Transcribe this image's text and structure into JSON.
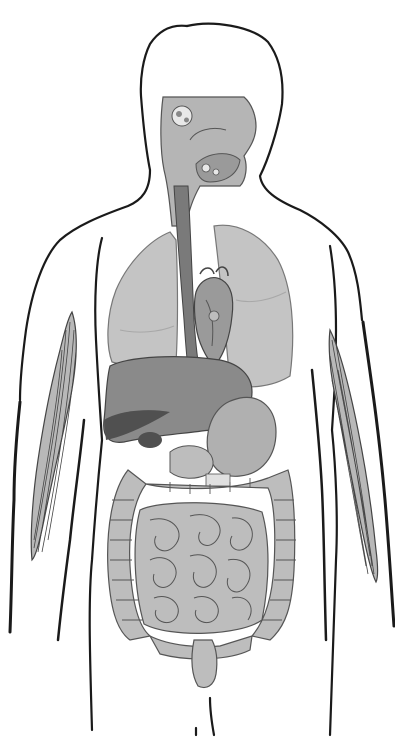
{
  "figure": {
    "kind": "grayscale anatomical illustration",
    "colors": {
      "background": "#ffffff",
      "outline": "#1a1a1a",
      "lung": "#c4c4c4",
      "lung_shadow": "#a8a8a8",
      "liver": "#8a8a8a",
      "liver_dark": "#505050",
      "esophagus": "#7a7a7a",
      "heart": "#9a9a9a",
      "stomach": "#b0b0b0",
      "intestine": "#bdbdbd",
      "intestine_line": "#555555",
      "muscle": "#b8b8b8",
      "muscle_line": "#444444",
      "head_organ": "#b5b5b5"
    },
    "parts": [
      {
        "id": "body-outline",
        "icon": "human-silhouette"
      },
      {
        "id": "mouth-and-throat",
        "icon": "head-cross-section"
      },
      {
        "id": "esophagus",
        "icon": "tube"
      },
      {
        "id": "lungs",
        "icon": "lung-pair"
      },
      {
        "id": "heart",
        "icon": "heart"
      },
      {
        "id": "liver",
        "icon": "liver"
      },
      {
        "id": "stomach",
        "icon": "stomach"
      },
      {
        "id": "large-intestine",
        "icon": "colon"
      },
      {
        "id": "small-intestine",
        "icon": "intestine-coils"
      },
      {
        "id": "appendix",
        "icon": "appendix"
      },
      {
        "id": "arm-muscles",
        "icon": "muscle-fibers"
      }
    ]
  }
}
